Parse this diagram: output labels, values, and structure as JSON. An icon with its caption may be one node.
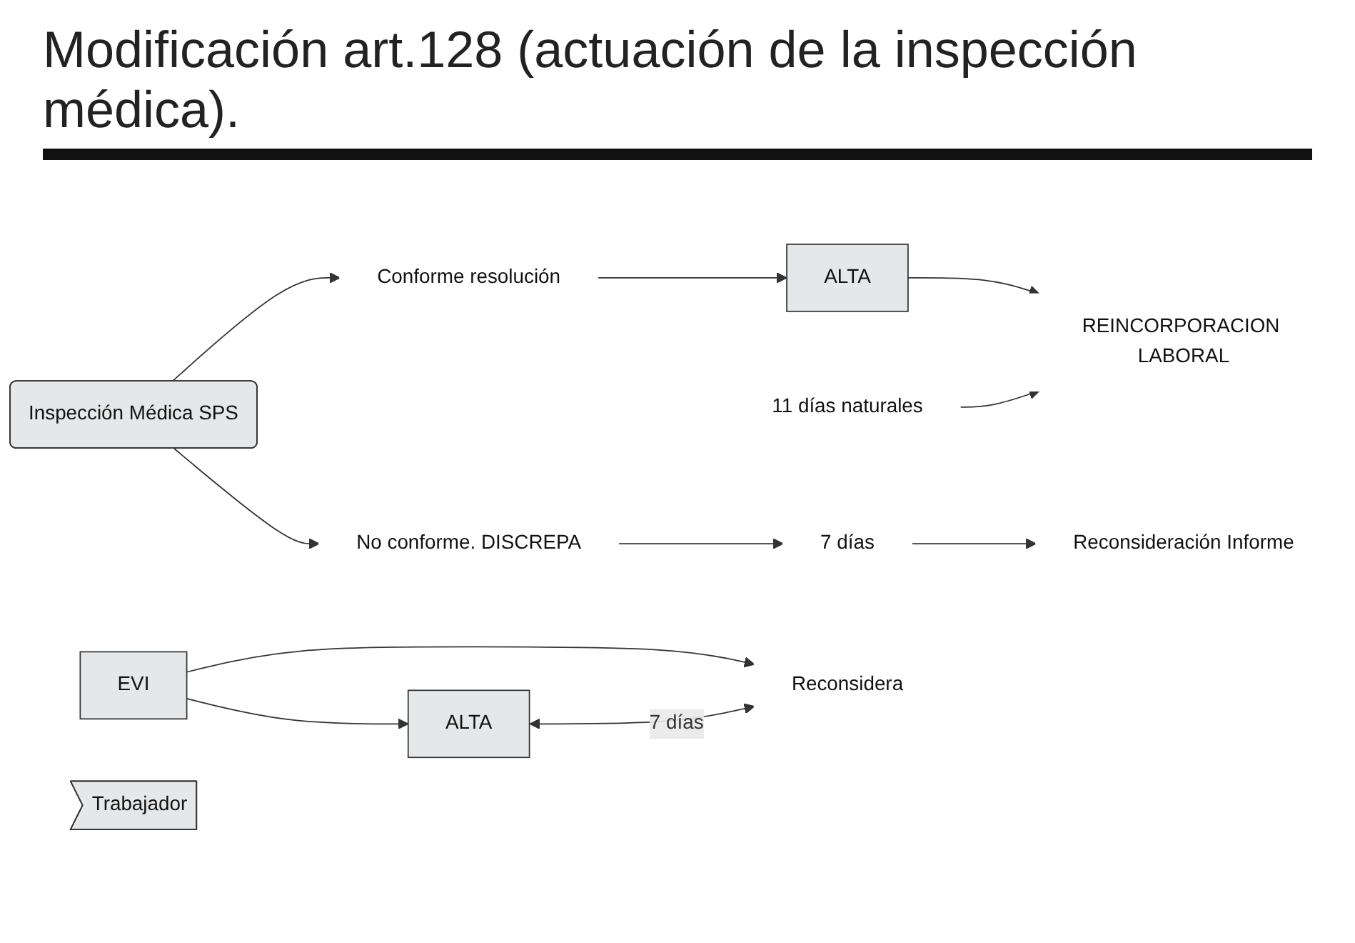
{
  "diagram": {
    "title": "Modificación art.128 (actuación de la inspección médica).",
    "nodes": [
      {
        "text": [
          "Inspección Médica SPS"
        ]
      },
      {
        "text": [
          "Conforme resolución"
        ]
      },
      {
        "text": [
          "ALTA"
        ]
      },
      {
        "text": [
          "REINCORPORACION LABORAL"
        ]
      },
      {
        "text": [
          "11 días naturales"
        ]
      },
      {
        "text": [
          "No conforme. DISCREPA"
        ]
      },
      {
        "text": [
          "7 días"
        ]
      },
      {
        "text": [
          "Reconsideración Informe"
        ]
      },
      {
        "text": [
          "EVI"
        ]
      },
      {
        "text": [
          "Trabajador"
        ]
      },
      {
        "text": [
          "ALTA"
        ]
      },
      {
        "text": [
          "Reconsidera"
        ]
      }
    ],
    "edges": [
      {
        "from": 0,
        "to": 1,
        "arrow": "to"
      },
      {
        "from": 0,
        "to": 5,
        "arrow": "to"
      },
      {
        "from": 1,
        "to": 2,
        "arrow": "to"
      },
      {
        "from": 2,
        "to": 3,
        "arrow": "to"
      },
      {
        "from": 4,
        "to": 3,
        "arrow": "to"
      },
      {
        "from": 5,
        "to": 6,
        "arrow": "to"
      },
      {
        "from": 6,
        "to": 7,
        "arrow": "to"
      },
      {
        "from": 8,
        "to": 10,
        "arrow": "to"
      },
      {
        "from": 8,
        "to": 11,
        "arrow": "to"
      },
      {
        "from": 10,
        "to": 11,
        "arrow": "both",
        "label": "7 días"
      }
    ]
  }
}
